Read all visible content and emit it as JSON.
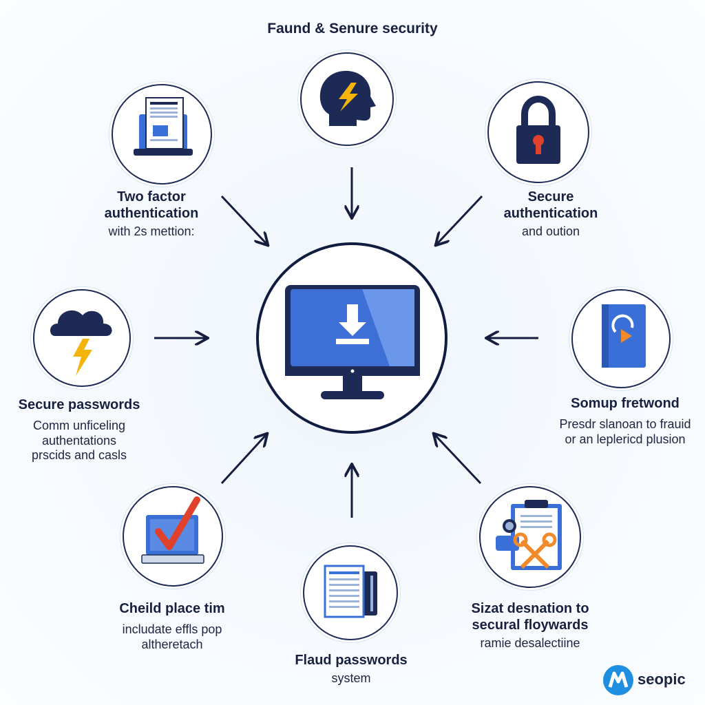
{
  "title": "Faund & Senure security",
  "nodes": {
    "top": {
      "title": "",
      "sub": ""
    },
    "top_left": {
      "title": "Two factor\nauthentication",
      "sub": "with 2s mettion:"
    },
    "top_right": {
      "title": "Secure\nauthentication",
      "sub": "and oution"
    },
    "left": {
      "title": "Secure passwords",
      "sub": "Comm unficeling\nauthentations\nprscids and casls"
    },
    "right": {
      "title": "Somup fretwond",
      "sub": "Presdr slanoan to frauid\nor an leplericd plusion"
    },
    "bottom_left": {
      "title": "Cheild place tim",
      "sub": "includate effls pop\naltheretach"
    },
    "bottom": {
      "title": "Flaud passwords",
      "sub": "system"
    },
    "bottom_right": {
      "title": "Sizat desnation to\nsecural floywards",
      "sub": "ramie desalectiine"
    }
  },
  "icons": {
    "hub": "monitor-download-icon",
    "top": "head-lightning-icon",
    "top_left": "laptop-document-icon",
    "top_right": "padlock-icon",
    "left": "storm-cloud-icon",
    "right": "book-play-icon",
    "bottom_left": "laptop-checkmark-icon",
    "bottom": "server-document-icon",
    "bottom_right": "clipboard-scissors-icon"
  },
  "colors": {
    "navy": "#1c2a55",
    "blue": "#3a6fd8",
    "yellow": "#f5b40a",
    "red": "#e0412c",
    "orange": "#f08a2a"
  },
  "brand": {
    "name": "seopic"
  }
}
